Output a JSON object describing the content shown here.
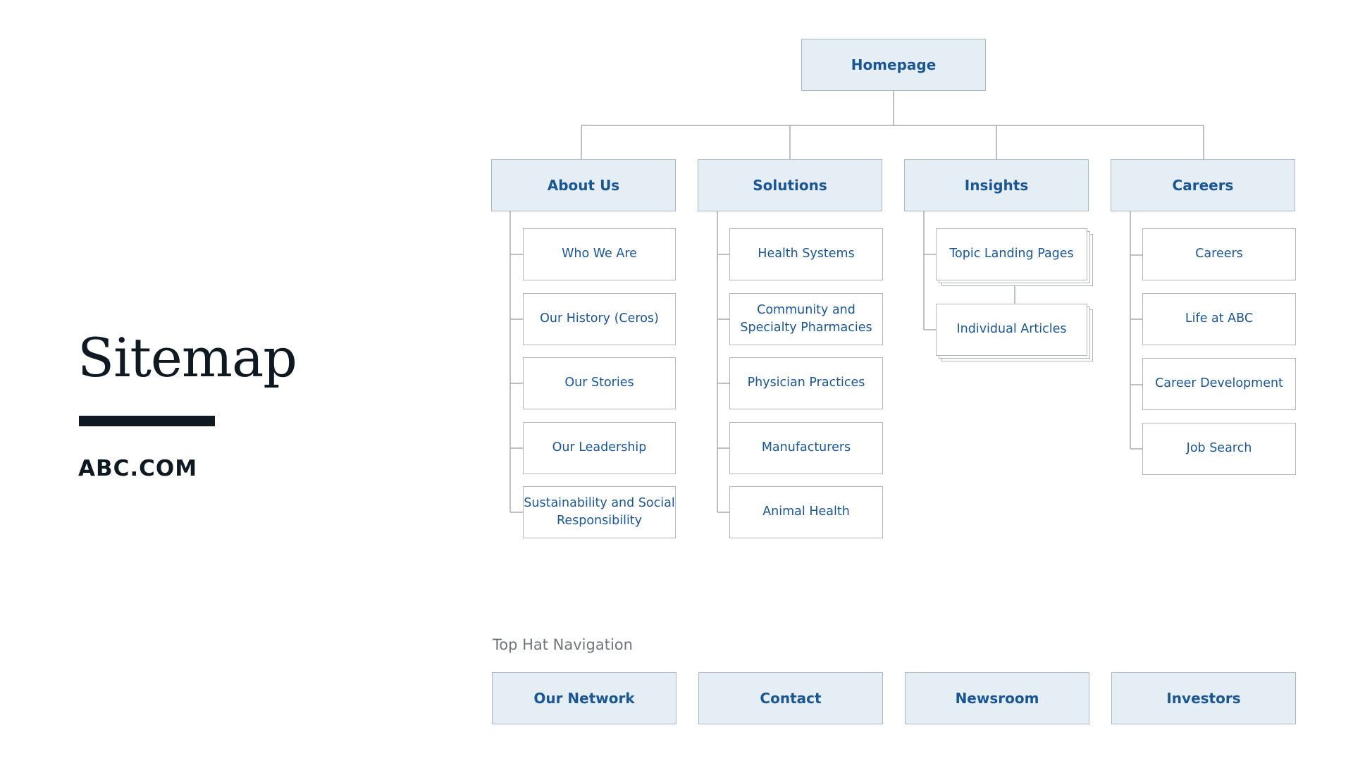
{
  "page": {
    "title": "Sitemap",
    "site_name": "ABC.COM"
  },
  "root": {
    "label": "Homepage"
  },
  "sections": [
    {
      "label": "About Us",
      "children": [
        "Who We Are",
        "Our History (Ceros)",
        "Our Stories",
        "Our Leadership",
        "Sustainability and Social Responsibility"
      ]
    },
    {
      "label": "Solutions",
      "children": [
        "Health Systems",
        "Community and Specialty Pharmacies",
        "Physician Practices",
        "Manufacturers",
        "Animal Health"
      ]
    },
    {
      "label": "Insights",
      "children": [
        "Topic Landing Pages",
        "Individual Articles"
      ]
    },
    {
      "label": "Careers",
      "children": [
        "Careers",
        "Life at ABC",
        "Career Development",
        "Job Search"
      ]
    }
  ],
  "top_hat": {
    "label": "Top Hat Navigation",
    "items": [
      "Our Network",
      "Contact",
      "Newsroom",
      "Investors"
    ]
  },
  "colors": {
    "node_text": "#1a5694",
    "primary_fill": "#e5edf5",
    "connector": "#a8acb0",
    "title_text": "#0f1922"
  }
}
